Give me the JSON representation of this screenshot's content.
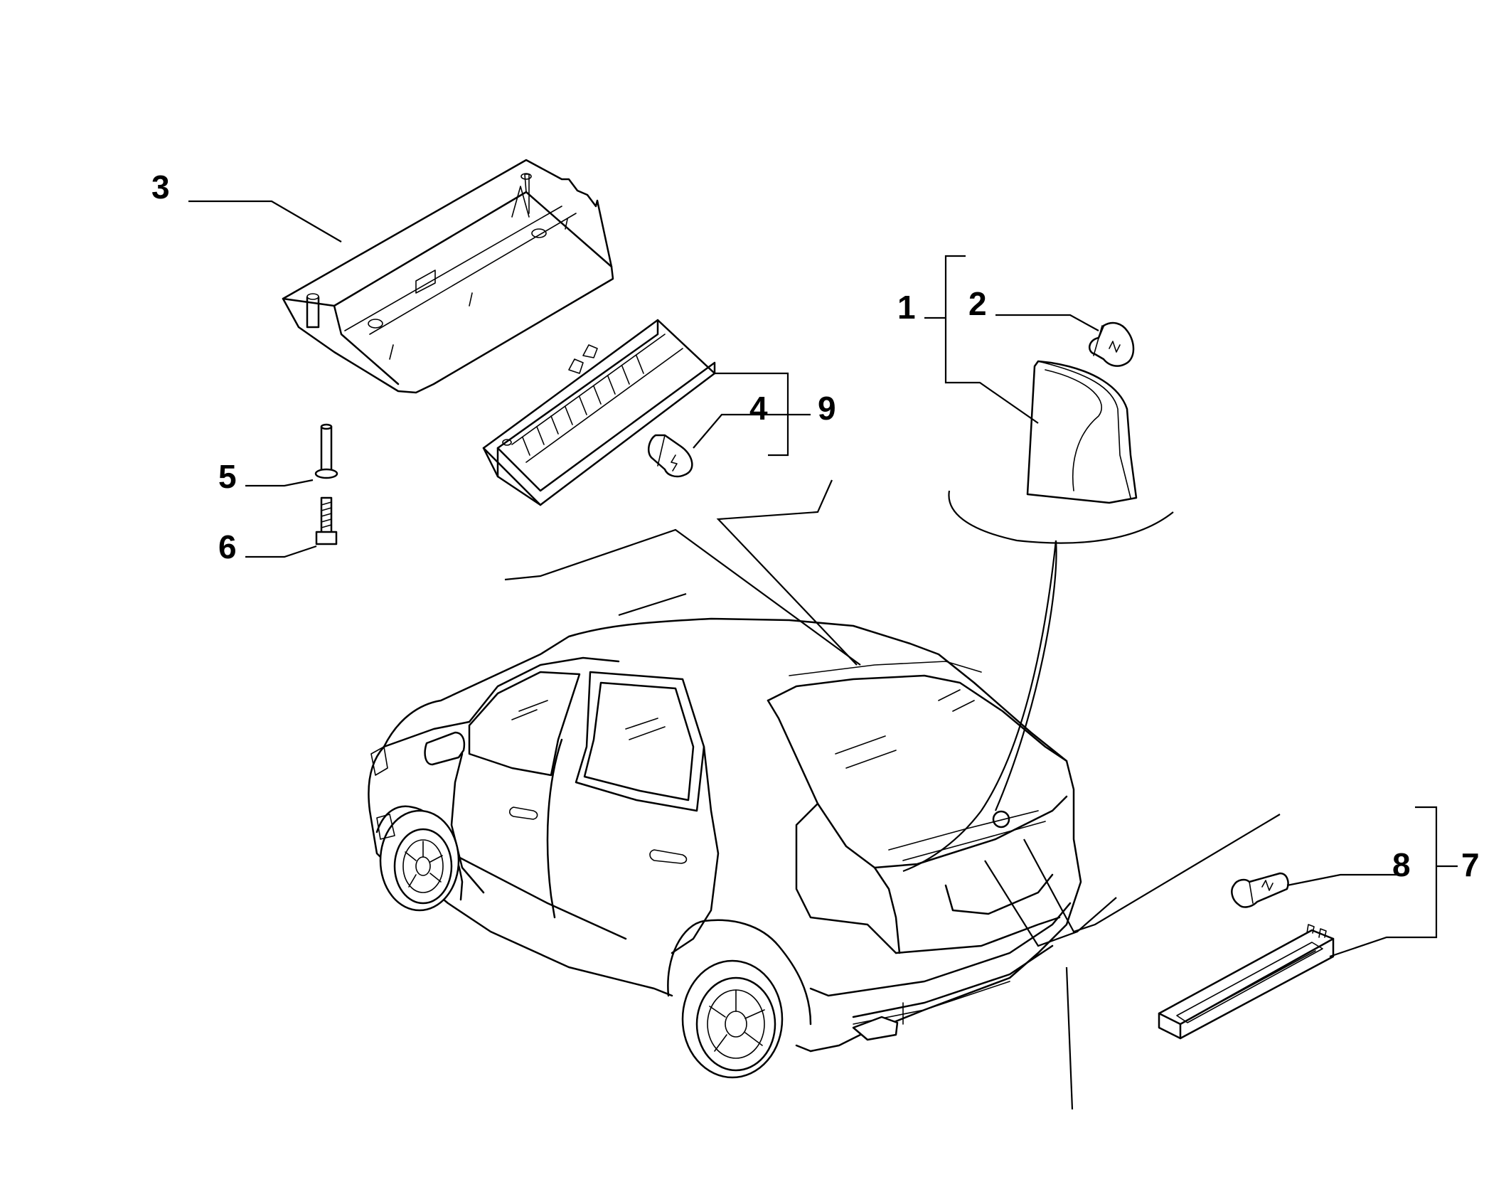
{
  "colors": {
    "line": "#000000",
    "background": "#ffffff"
  },
  "callouts": [
    {
      "id": "c1",
      "label": "1"
    },
    {
      "id": "c2",
      "label": "2"
    },
    {
      "id": "c3",
      "label": "3"
    },
    {
      "id": "c4",
      "label": "4"
    },
    {
      "id": "c5",
      "label": "5"
    },
    {
      "id": "c6",
      "label": "6"
    },
    {
      "id": "c7",
      "label": "7"
    },
    {
      "id": "c8",
      "label": "8"
    },
    {
      "id": "c9",
      "label": "9"
    }
  ]
}
